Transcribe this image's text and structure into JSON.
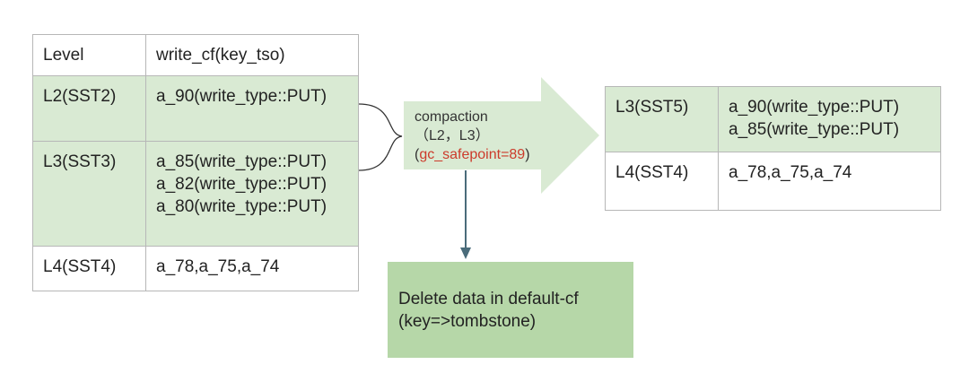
{
  "left_table": {
    "header": {
      "level": "Level",
      "column": "write_cf(key_tso)"
    },
    "rows": [
      {
        "level": "L2(SST2)",
        "value": "a_90(write_type::PUT)",
        "highlight": true
      },
      {
        "level": "L3(SST3)",
        "value": "a_85(write_type::PUT)\na_82(write_type::PUT)\na_80(write_type::PUT)",
        "highlight": true
      },
      {
        "level": "L4(SST4)",
        "value": "a_78,a_75,a_74",
        "highlight": false
      }
    ]
  },
  "compaction_arrow": {
    "line1": "compaction",
    "line2_prefix": "（L2，L3）",
    "line3_open": "(",
    "line3_highlight": "gc_safepoint=89",
    "line3_close": ")",
    "highlight_color": "#cc3b2b"
  },
  "right_table": {
    "rows": [
      {
        "level": "L3(SST5)",
        "value": "a_90(write_type::PUT)\na_85(write_type::PUT)",
        "highlight": true
      },
      {
        "level": "L4(SST4)",
        "value": "a_78,a_75,a_74",
        "highlight": false
      }
    ]
  },
  "delete_box": {
    "line1": "Delete data in default-cf",
    "line2": "(key=>tombstone)"
  },
  "colors": {
    "light_green": "#d9ead3",
    "arrow_green": "#d9ead3",
    "box_green": "#b6d7a8",
    "down_arrow": "#4a6b7a",
    "border": "#b7b7b7"
  }
}
